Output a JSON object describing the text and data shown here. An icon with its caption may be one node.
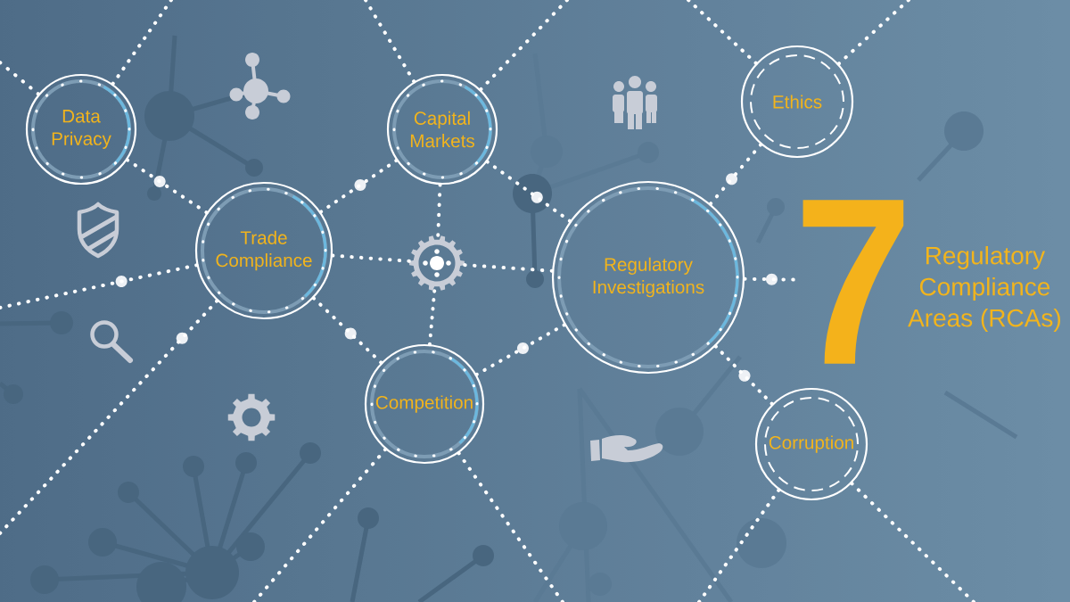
{
  "diagram": {
    "nodes": [
      {
        "text": [
          "Data Privacy"
        ]
      },
      {
        "text": [
          "Capital Markets"
        ]
      },
      {
        "text": [
          "Ethics"
        ]
      },
      {
        "text": [
          "Trade Compliance"
        ]
      },
      {
        "text": [],
        "shape": "gear"
      },
      {
        "text": [
          "Regulatory Investigations"
        ]
      },
      {
        "text": [
          "7",
          "Regulatory Compliance Areas (RCAs)"
        ]
      },
      {
        "text": [
          "Competition"
        ]
      },
      {
        "text": [
          "Corruption"
        ]
      }
    ],
    "edges": [
      {
        "from": 0,
        "to": 3,
        "arrow": "none"
      },
      {
        "from": 3,
        "to": 1,
        "arrow": "none"
      },
      {
        "from": 3,
        "to": 4,
        "arrow": "none"
      },
      {
        "from": 1,
        "to": 4,
        "arrow": "none"
      },
      {
        "from": 1,
        "to": 5,
        "arrow": "none"
      },
      {
        "from": 4,
        "to": 5,
        "arrow": "none"
      },
      {
        "from": 4,
        "to": 7,
        "arrow": "none"
      },
      {
        "from": 3,
        "to": 7,
        "arrow": "none"
      },
      {
        "from": 7,
        "to": 5,
        "arrow": "none"
      },
      {
        "from": 5,
        "to": 2,
        "arrow": "none"
      },
      {
        "from": 5,
        "to": 6,
        "arrow": "none"
      },
      {
        "from": 5,
        "to": 8,
        "arrow": "none"
      },
      {
        "from": null,
        "to": 0,
        "arrow": "none"
      },
      {
        "from": 0,
        "to": null,
        "arrow": "none"
      },
      {
        "from": null,
        "to": 1,
        "arrow": "none"
      },
      {
        "from": 1,
        "to": null,
        "arrow": "none"
      },
      {
        "from": null,
        "to": 2,
        "arrow": "none"
      },
      {
        "from": 2,
        "to": null,
        "arrow": "none"
      },
      {
        "from": null,
        "to": 3,
        "arrow": "none"
      },
      {
        "from": 3,
        "to": null,
        "arrow": "none"
      },
      {
        "from": 7,
        "to": null,
        "arrow": "none"
      },
      {
        "from": 7,
        "to": null,
        "arrow": "none"
      },
      {
        "from": 8,
        "to": null,
        "arrow": "none"
      },
      {
        "from": 8,
        "to": null,
        "arrow": "none"
      }
    ]
  }
}
